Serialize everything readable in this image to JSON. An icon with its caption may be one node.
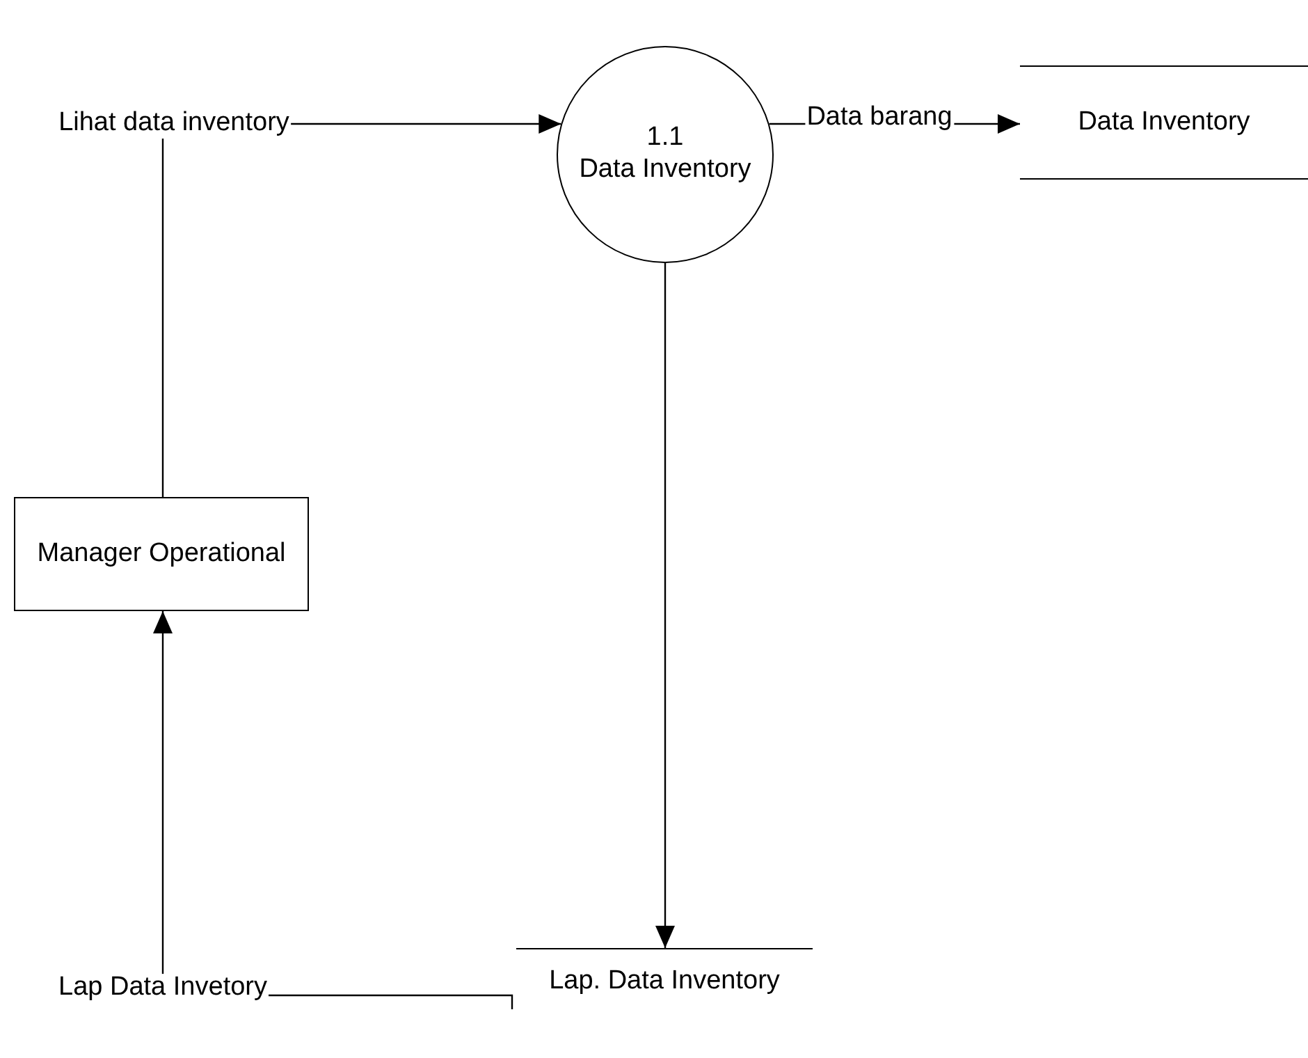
{
  "diagram": {
    "nodes": [
      {
        "text": [
          "Manager Operational"
        ]
      },
      {
        "text": [
          "1.1",
          "Data Inventory"
        ]
      },
      {
        "text": [
          "Data Inventory"
        ]
      },
      {
        "text": [
          "Lap. Data Inventory"
        ]
      }
    ],
    "edges": [
      {
        "from": 0,
        "to": 1,
        "arrow": "to",
        "label": "Lihat data inventory"
      },
      {
        "from": 1,
        "to": 2,
        "arrow": "to",
        "label": "Data barang"
      },
      {
        "from": 1,
        "to": 3,
        "arrow": "to"
      },
      {
        "from": 3,
        "to": 0,
        "arrow": "to",
        "label": "Lap Data Invetory"
      }
    ]
  }
}
